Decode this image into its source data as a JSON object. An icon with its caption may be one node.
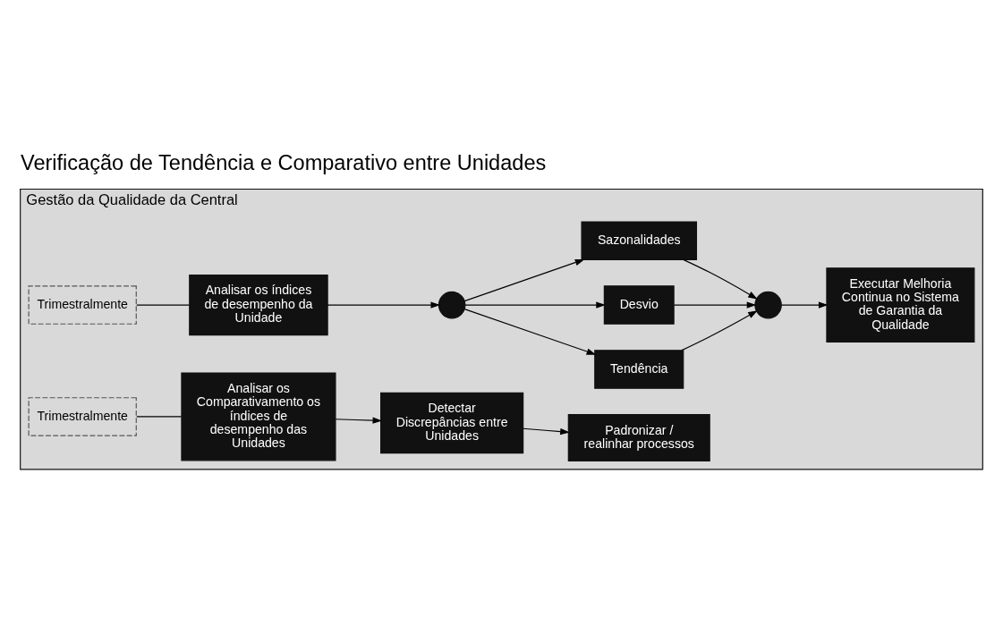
{
  "diagram": {
    "title": "Verificação de Tendência e Comparativo entre Unidades",
    "nodes": [
      {
        "text": [
          "Gestão da Qualidade da Central"
        ]
      },
      {
        "text": [
          "Trimestralmente"
        ],
        "in": 0
      },
      {
        "text": [
          "Analisar os índices de desempenho da Unidade"
        ],
        "in": 0
      },
      {
        "text": [],
        "shape": "circle",
        "in": 0
      },
      {
        "text": [
          "Tendência"
        ],
        "in": 0
      },
      {
        "text": [
          "Desvio"
        ],
        "in": 0
      },
      {
        "text": [
          "Sazonalidades"
        ],
        "in": 0
      },
      {
        "text": [],
        "shape": "circle",
        "in": 0
      },
      {
        "text": [
          "Executar Melhoria Continua no Sistema de Garantia da Qualidade"
        ],
        "in": 0
      },
      {
        "text": [
          "Trimestralmente"
        ],
        "in": 0
      },
      {
        "text": [
          "Analisar os Comparativamento os índices de desempenho das Unidades"
        ],
        "in": 0
      },
      {
        "text": [
          "Detectar Discrepâncias entre Unidades"
        ],
        "in": 0
      },
      {
        "text": [
          "Padronizar / realinhar processos"
        ],
        "in": 0
      }
    ],
    "edges": [
      {
        "from": 1,
        "to": 2,
        "arrow": "none"
      },
      {
        "from": 2,
        "to": 3,
        "arrow": "to"
      },
      {
        "from": 3,
        "to": 4,
        "arrow": "to"
      },
      {
        "from": 3,
        "to": 5,
        "arrow": "to"
      },
      {
        "from": 3,
        "to": 6,
        "arrow": "to"
      },
      {
        "from": 4,
        "to": 7,
        "arrow": "to"
      },
      {
        "from": 5,
        "to": 7,
        "arrow": "to"
      },
      {
        "from": 6,
        "to": 7,
        "arrow": "to"
      },
      {
        "from": 7,
        "to": 8,
        "arrow": "to"
      },
      {
        "from": 9,
        "to": 10,
        "arrow": "none"
      },
      {
        "from": 10,
        "to": 11,
        "arrow": "to"
      },
      {
        "from": 11,
        "to": 12,
        "arrow": "to"
      }
    ]
  }
}
